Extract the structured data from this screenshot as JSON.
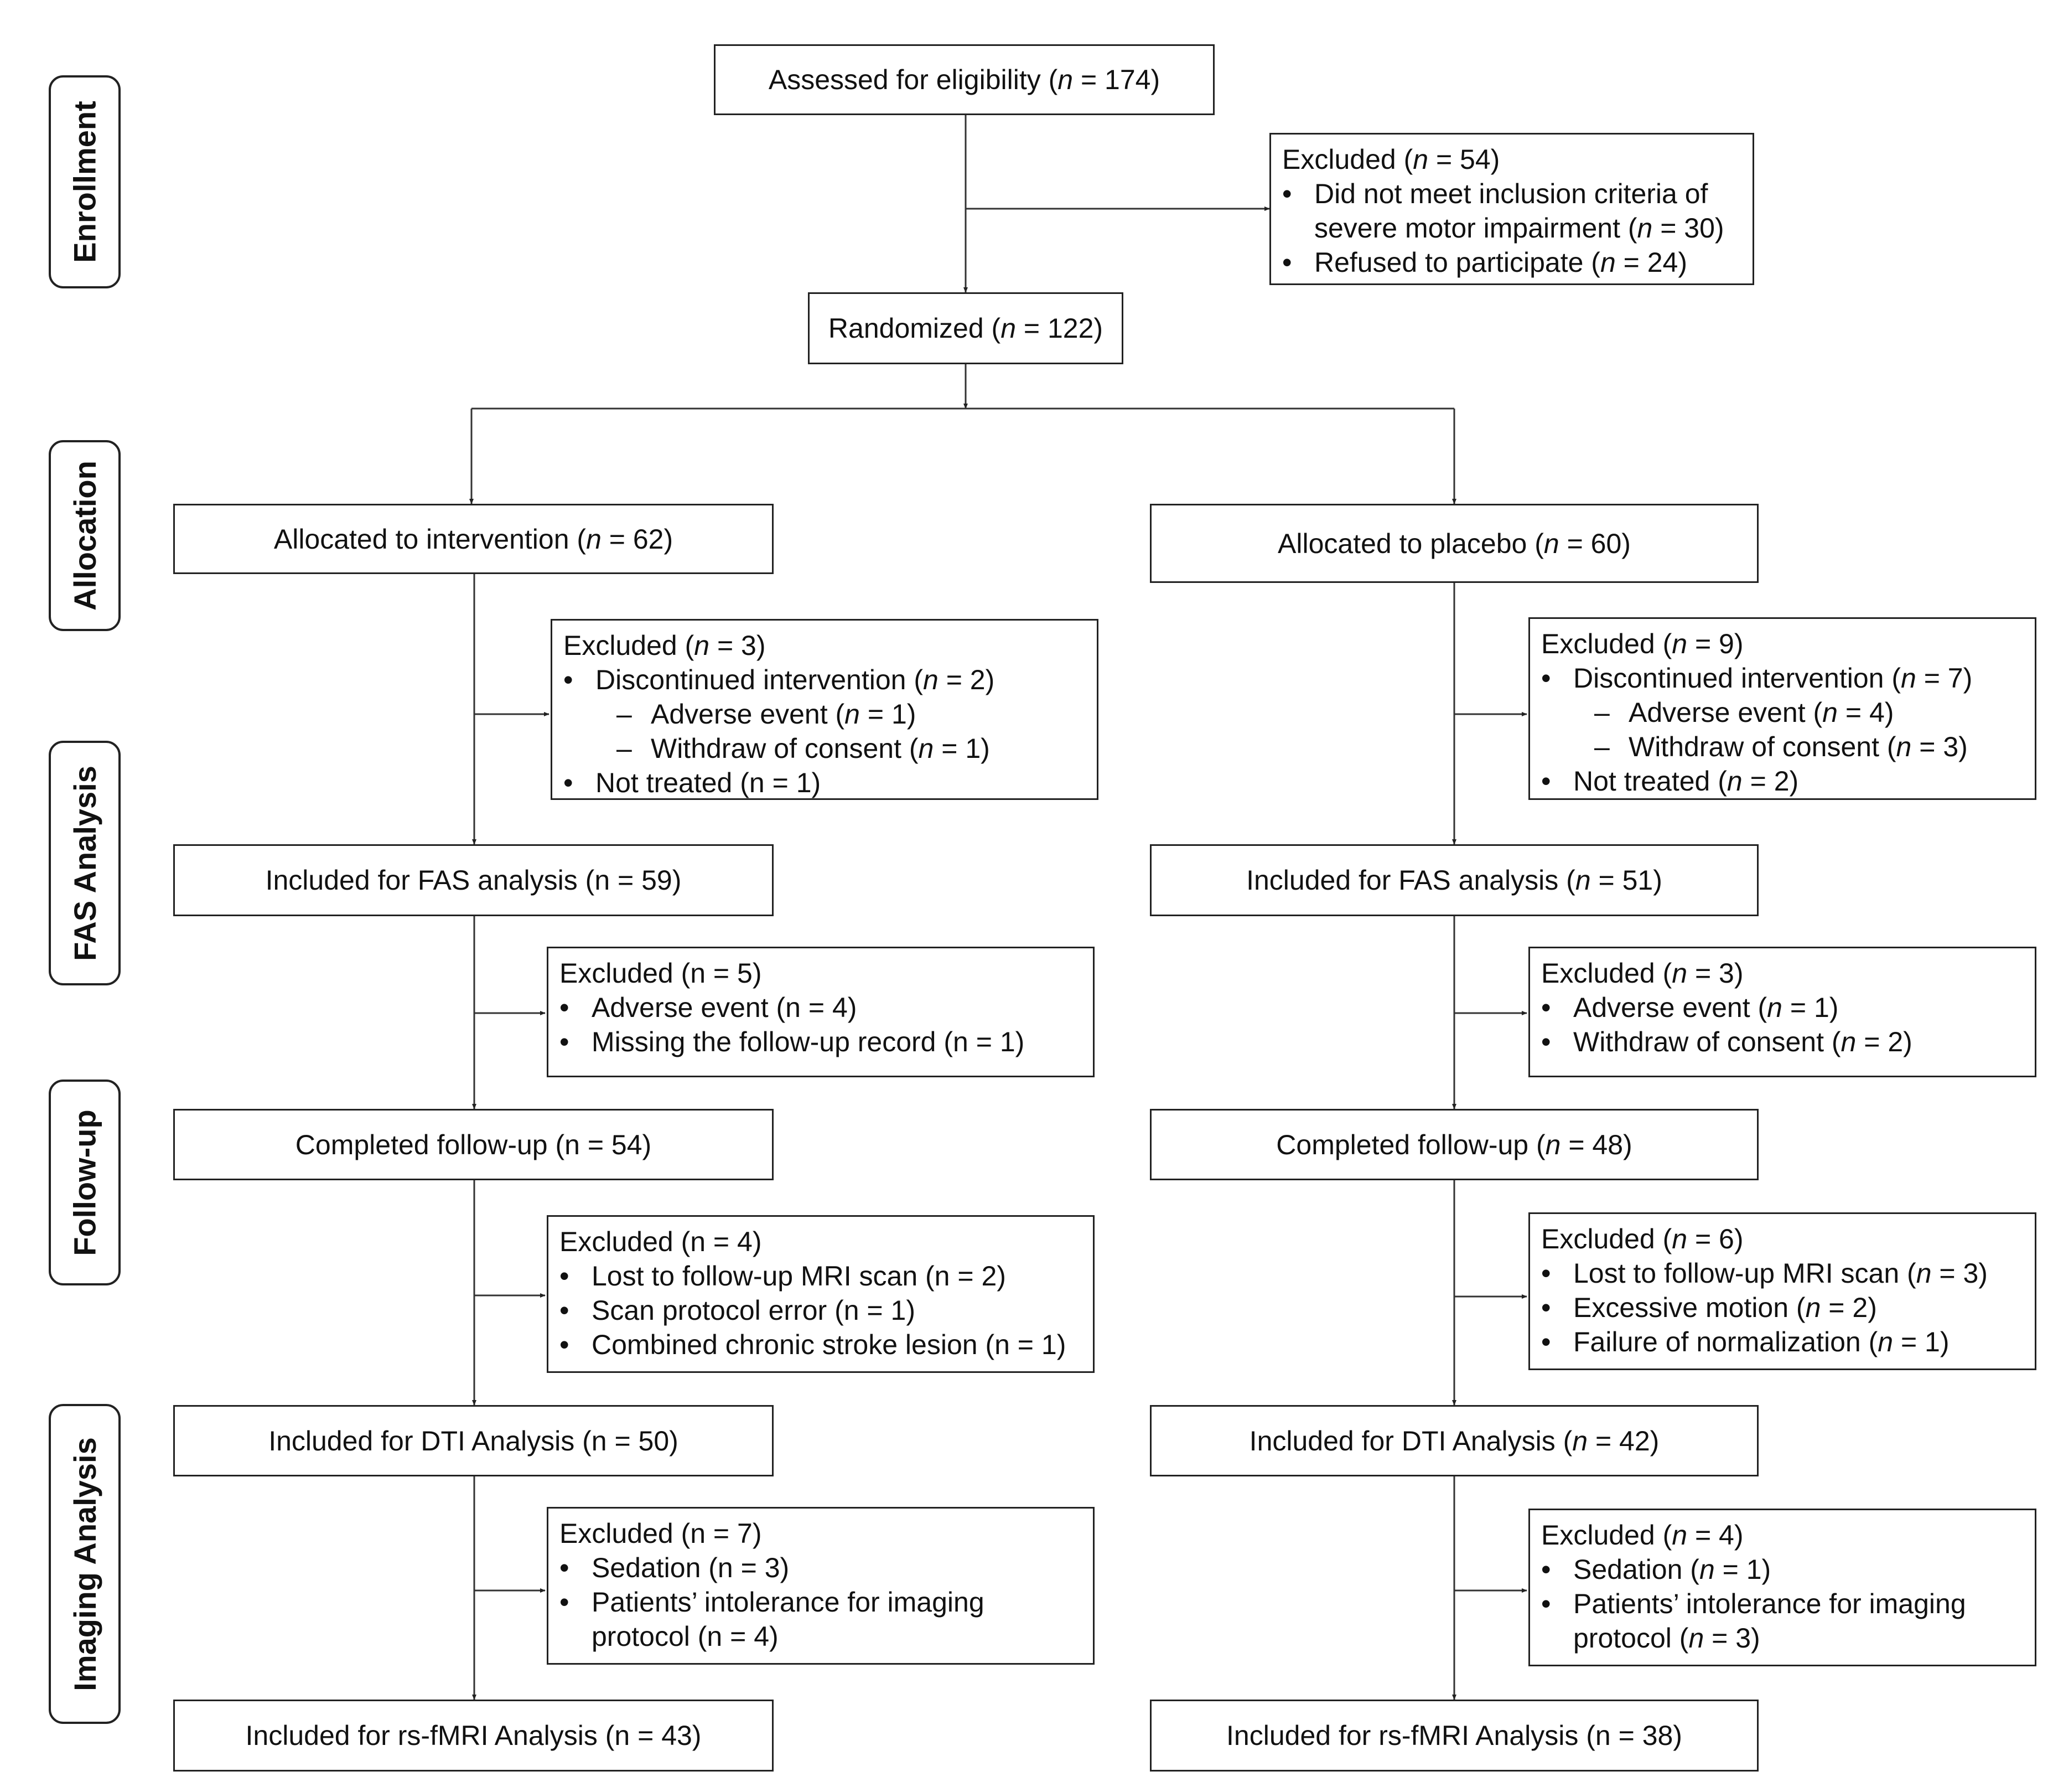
{
  "stages": {
    "enrollment": "Enrollment",
    "allocation": "Allocation",
    "fas": "FAS Analysis",
    "followup": "Follow-up",
    "imaging": "Imaging Analysis"
  },
  "assessed": {
    "a": "Assessed for eligibility (",
    "n": "n",
    "b": " = 174)"
  },
  "excluded_enroll": {
    "title_a": "Excluded (",
    "title_n": "n",
    "title_b": " = 54)",
    "i1_line1": "Did not meet inclusion criteria of",
    "i1_line2_a": "severe motor impairment (",
    "i1_line2_n": "n",
    "i1_line2_b": " = 30)",
    "i2_a": "Refused to participate (",
    "i2_n": "n",
    "i2_b": " = 24)"
  },
  "randomized": {
    "a": "Randomized (",
    "n": "n",
    "b": " = 122)"
  },
  "intervention": {
    "allocated": {
      "a": "Allocated to intervention (",
      "n": "n",
      "b": " = 62)"
    },
    "excl1": {
      "title_a": "Excluded (",
      "title_n": "n",
      "title_b": " = 3)",
      "i1_a": "Discontinued intervention (",
      "i1_n": "n",
      "i1_b": " = 2)",
      "s1_a": "Adverse event (",
      "s1_n": "n",
      "s1_b": " = 1)",
      "s2_a": "Withdraw of consent (",
      "s2_n": "n",
      "s2_b": " = 1)",
      "i2": "Not treated (n = 1)"
    },
    "fas": "Included for FAS analysis (n = 59)",
    "excl2": {
      "title": "Excluded (n = 5)",
      "i1": "Adverse event (n = 4)",
      "i2": "Missing the follow-up record (n = 1)"
    },
    "followup": "Completed follow-up (n = 54)",
    "excl3": {
      "title": "Excluded (n = 4)",
      "i1": "Lost to follow-up MRI scan (n = 2)",
      "i2": "Scan protocol error (n = 1)",
      "i3": "Combined chronic stroke lesion (n = 1)"
    },
    "dti": "Included for DTI Analysis (n = 50)",
    "excl4": {
      "title": "Excluded (n = 7)",
      "i1": "Sedation (n = 3)",
      "i2_line1": "Patients’ intolerance for imaging",
      "i2_line2": "protocol (n = 4)"
    },
    "rsfmri": "Included for rs-fMRI Analysis (n = 43)"
  },
  "placebo": {
    "allocated": {
      "a": "Allocated to placebo (",
      "n": "n",
      "b": " = 60)"
    },
    "excl1": {
      "title_a": "Excluded (",
      "title_n": "n",
      "title_b": " = 9)",
      "i1_a": "Discontinued intervention (",
      "i1_n": "n",
      "i1_b": " = 7)",
      "s1_a": "Adverse event (",
      "s1_n": "n",
      "s1_b": " = 4)",
      "s2_a": "Withdraw of consent (",
      "s2_n": "n",
      "s2_b": " = 3)",
      "i2_a": "Not treated (",
      "i2_n": "n",
      "i2_b": " = 2)"
    },
    "fas": {
      "a": "Included for FAS analysis (",
      "n": "n",
      "b": " = 51)"
    },
    "excl2": {
      "title_a": "Excluded (",
      "title_n": "n",
      "title_b": " = 3)",
      "i1_a": "Adverse event (",
      "i1_n": "n",
      "i1_b": " = 1)",
      "i2_a": "Withdraw of consent (",
      "i2_n": "n",
      "i2_b": " = 2)"
    },
    "followup": {
      "a": "Completed follow-up (",
      "n": "n",
      "b": " = 48)"
    },
    "excl3": {
      "title_a": "Excluded (",
      "title_n": "n",
      "title_b": " = 6)",
      "i1_a": "Lost to follow-up MRI scan (",
      "i1_n": "n",
      "i1_b": " = 3)",
      "i2_a": "Excessive motion (",
      "i2_n": "n",
      "i2_b": " = 2)",
      "i3_a": "Failure of normalization (",
      "i3_n": "n",
      "i3_b": " = 1)"
    },
    "dti": {
      "a": "Included for DTI Analysis (",
      "n": "n",
      "b": " = 42)"
    },
    "excl4": {
      "title_a": "Excluded (",
      "title_n": "n",
      "title_b": " = 4)",
      "i1_a": "Sedation (",
      "i1_n": "n",
      "i1_b": " = 1)",
      "i2_line1": "Patients’ intolerance for imaging",
      "i2_line2_a": "protocol (",
      "i2_line2_n": "n",
      "i2_line2_b": " = 3)"
    },
    "rsfmri": "Included for rs-fMRI Analysis (n = 38)"
  },
  "symbols": {
    "bullet": "•",
    "dash": "–"
  }
}
